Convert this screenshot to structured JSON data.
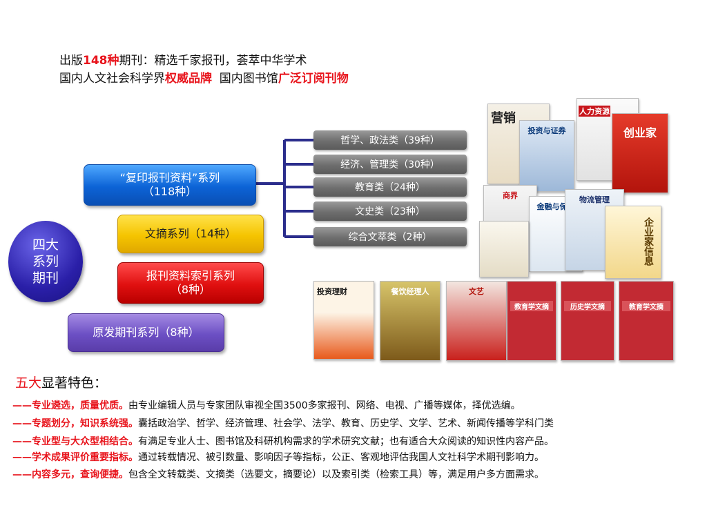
{
  "heading": {
    "line1": {
      "pre": "出版",
      "hl": "148种",
      "post": "期刊：精选千家报刊，荟萃中华学术"
    },
    "line2": {
      "pre": "国内人文社会科学界",
      "hl1": "权威品牌",
      "mid": "  国内图书馆",
      "hl2": "广泛订阅刊物"
    }
  },
  "circle_label": "四大系列期刊",
  "series": [
    {
      "line1": "“复印报刊资料”系列",
      "line2": "（118种）"
    },
    {
      "line1": "文摘系列（14种）",
      "line2": ""
    },
    {
      "line1": "报刊资料索引系列",
      "line2": "（8种）"
    },
    {
      "line1": "原发期刊系列（8种）",
      "line2": ""
    }
  ],
  "categories": [
    "哲学、政法类（39种）",
    "经济、管理类（30种）",
    "教育类（24种）",
    "文史类（23种）",
    "综合文萃类（2种）"
  ],
  "covers": {
    "yingxiao": "营销",
    "touzi": "投资与证券",
    "renli": "人力资源",
    "chuangye": "创业家",
    "shangjie": "商界",
    "jinrong": "金融与保险",
    "wuliu": "物流管理",
    "qiye": "企业家信息",
    "touzilicai": "投资理财",
    "canyin": "餐饮经理人",
    "wenyi": "文艺",
    "jiaoyu1": "教育学文摘",
    "lishi": "历史学文摘",
    "jiaoyu2": "教育学文摘"
  },
  "features_title": {
    "red": "五大",
    "rest": "显著特色："
  },
  "features": [
    {
      "dash": "——",
      "key": "专业遴选，质量优质。",
      "desc": "由专业编辑人员与专家团队审视全国3500多家报刊、网络、电视、广播等媒体，择优选编。"
    },
    {
      "dash": "——",
      "key": "专题划分，知识系统强。",
      "desc": "囊括政治学、哲学、经济管理、社会学、法学、教育、历史学、文学、艺术、新闻传播等学科门类"
    },
    {
      "dash": "——",
      "key": "专业型与大众型相结合。",
      "desc": "有满足专业人士、图书馆及科研机构需求的学术研究文献；也有适合大众阅读的知识性内容产品。"
    },
    {
      "dash": "——",
      "key": "学术成果评价重要指标。",
      "desc": "通过转载情况、被引数量、影响因子等指标，公正、客观地评估我国人文社科学术期刊影响力。"
    },
    {
      "dash": "——",
      "key": "内容多元，查询便捷。",
      "desc": "包含全文转载类、文摘类（选要文，摘要论）以及索引类（检索工具）等，满足用户多方面需求。"
    }
  ],
  "colors": {
    "accent_red": "#e8141c",
    "blue": "#0c63d6",
    "connector": "#2b2d8c"
  }
}
